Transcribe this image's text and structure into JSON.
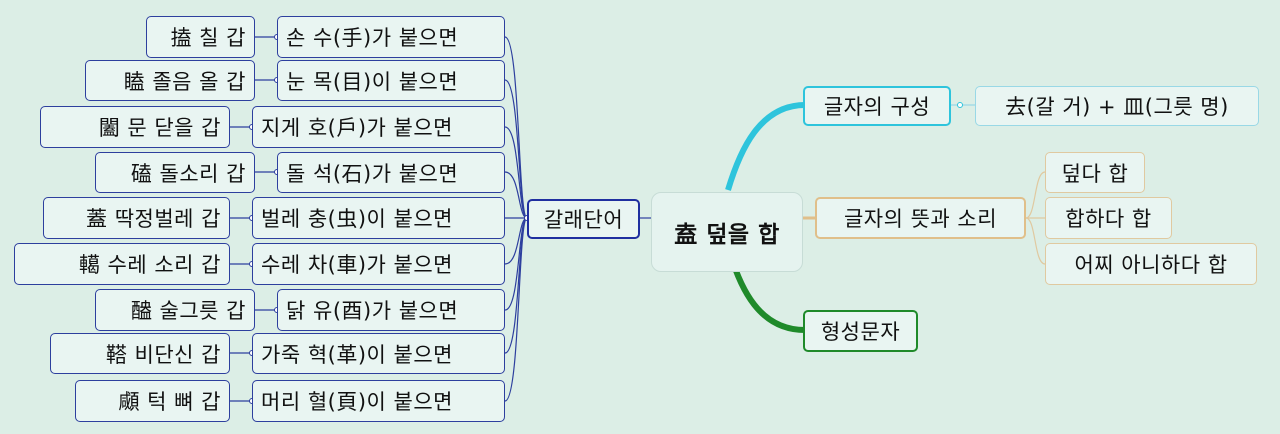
{
  "center": {
    "label": "盍 덮을 합"
  },
  "left_branch": {
    "label": "갈래단어",
    "items": [
      {
        "relation": "손 수(手)가 붙으면",
        "derived": "搕 칠 갑"
      },
      {
        "relation": "눈 목(目)이 붙으면",
        "derived": "瞌 졸음 올 갑"
      },
      {
        "relation": "지게 호(戶)가 붙으면",
        "derived": "闔 문 닫을 갑"
      },
      {
        "relation": "돌 석(石)가 붙으면",
        "derived": "磕 돌소리 갑"
      },
      {
        "relation": "벌레 충(虫)이 붙으면",
        "derived": "蓋 딱정벌레 갑"
      },
      {
        "relation": "수레 차(車)가 붙으면",
        "derived": "轕 수레 소리 갑"
      },
      {
        "relation": "닭 유(酉)가 붙으면",
        "derived": "醠 술그릇 갑"
      },
      {
        "relation": "가죽 혁(革)이 붙으면",
        "derived": "鞳 비단신 갑"
      },
      {
        "relation": "머리 혈(頁)이 붙으면",
        "derived": "顑 턱 뼈 갑"
      }
    ]
  },
  "right_branches": {
    "composition": {
      "label": "글자의 구성",
      "value": "去(갈 거) + 皿(그릇 명)"
    },
    "meaning": {
      "label": "글자의 뜻과 소리",
      "items": [
        "덮다 합",
        "합하다 합",
        "어찌 아니하다 합"
      ]
    },
    "formation": {
      "label": "형성문자"
    }
  },
  "colors": {
    "background": "#dceee6",
    "left_border": "#2d3f9e",
    "composition_branch": "#2ec4dc",
    "meaning_branch": "#e0bf8a",
    "formation_branch": "#1f8a2a"
  }
}
